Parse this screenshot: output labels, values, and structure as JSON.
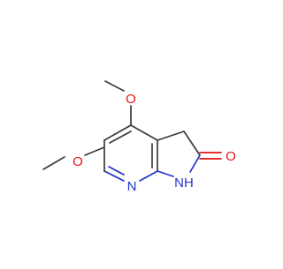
{
  "molecule": {
    "atoms": {
      "o_top": "O",
      "o_left": "O",
      "o_carbonyl": "O",
      "n_ring": "N",
      "nh": "NH"
    },
    "colors": {
      "bond": "#3a3a3a",
      "nitrogen": "#2233cc",
      "oxygen": "#dd1111"
    }
  }
}
